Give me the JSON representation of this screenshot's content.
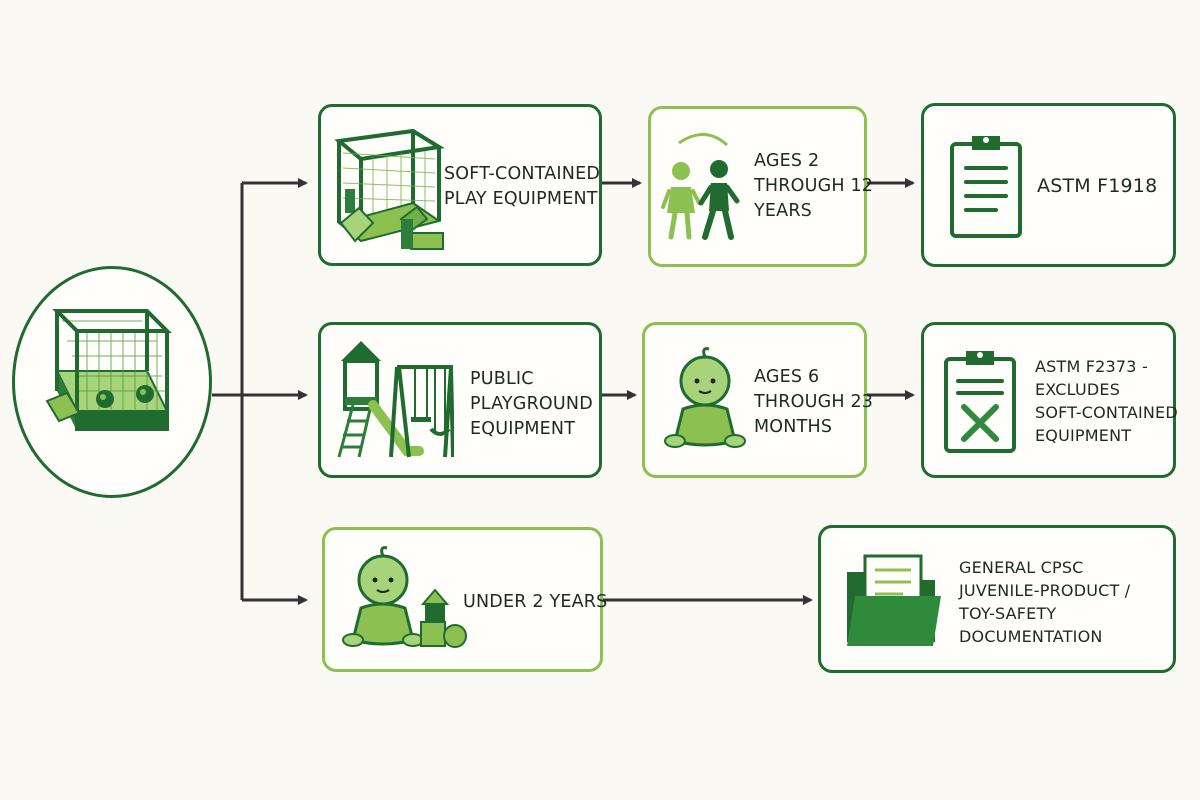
{
  "nodes": {
    "soft_contained": {
      "lines": [
        "Soft-Contained",
        "Play Equipment"
      ],
      "icon": "soft-play-structure-icon"
    },
    "ages_2_12": {
      "lines": [
        "Ages 2",
        "Through 12",
        "Years"
      ],
      "icon": "children-walking-icon"
    },
    "astm_f1918": {
      "lines": [
        "ASTM F1918"
      ],
      "icon": "clipboard-icon"
    },
    "public_playground": {
      "lines": [
        "Public",
        "Playground",
        "Equipment"
      ],
      "icon": "playground-swing-set-icon"
    },
    "ages_6_23": {
      "lines": [
        "Ages 6",
        "Through 23",
        "Months"
      ],
      "icon": "baby-icon"
    },
    "astm_f2373": {
      "lines": [
        "ASTM F2373 -",
        "Excludes",
        "Soft-Contained",
        "Equipment"
      ],
      "icon": "clipboard-x-icon"
    },
    "under_2": {
      "lines": [
        "Under 2 Years"
      ],
      "icon": "baby-with-blocks-icon"
    },
    "general_cpsc": {
      "lines": [
        "General CPSC",
        "Juvenile-Product /",
        "Toy-Safety",
        "Documentation"
      ],
      "icon": "folder-document-icon"
    }
  },
  "root": {
    "icon": "ball-pit-enclosure-icon"
  },
  "colors": {
    "dark_green": "#1f6b30",
    "light_green": "#8cc152",
    "connector": "#333333",
    "background": "#fbf9f3"
  }
}
